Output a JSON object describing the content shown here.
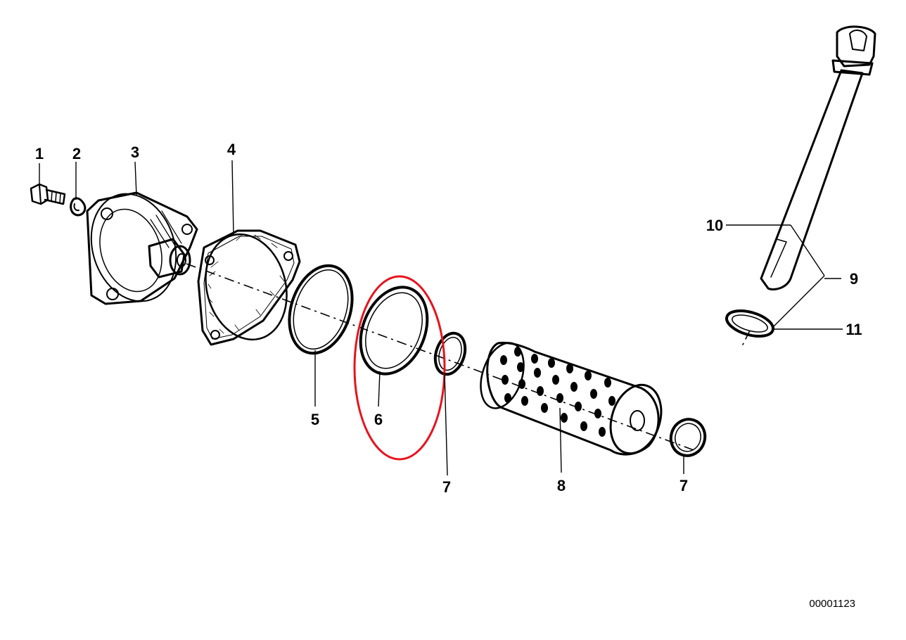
{
  "parts": [
    {
      "id": "1",
      "label": "1",
      "name": "bolt"
    },
    {
      "id": "2",
      "label": "2",
      "name": "lock-washer"
    },
    {
      "id": "3",
      "label": "3",
      "name": "cover"
    },
    {
      "id": "4",
      "label": "4",
      "name": "gasket"
    },
    {
      "id": "5",
      "label": "5",
      "name": "o-ring"
    },
    {
      "id": "6",
      "label": "6",
      "name": "ring"
    },
    {
      "id": "7a",
      "label": "7",
      "name": "seal-ring-front"
    },
    {
      "id": "8",
      "label": "8",
      "name": "oil-filter-element"
    },
    {
      "id": "7b",
      "label": "7",
      "name": "seal-ring-rear"
    },
    {
      "id": "10",
      "label": "10",
      "name": "dipstick"
    },
    {
      "id": "9",
      "label": "9",
      "name": "dipstick-assembly"
    },
    {
      "id": "11",
      "label": "11",
      "name": "dipstick-seal-ring"
    }
  ],
  "highlight": {
    "part": "6",
    "color": "#e8121c"
  },
  "reference_number": "00001123"
}
